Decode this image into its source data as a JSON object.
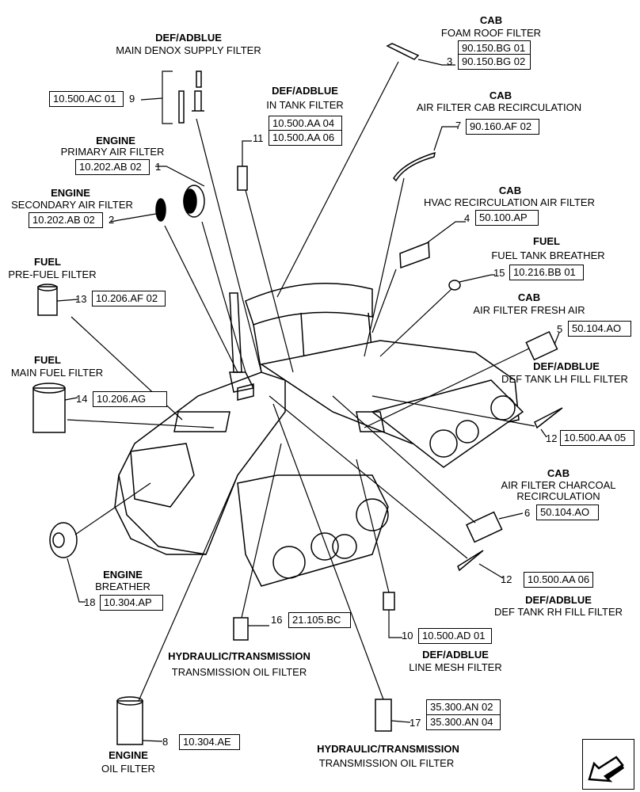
{
  "callouts": {
    "c3": {
      "num": "3",
      "category": "CAB",
      "name": "FOAM ROOF FILTER",
      "refs": [
        "90.150.BG 01",
        "90.150.BG 02"
      ]
    },
    "c9": {
      "num": "9",
      "category": "DEF/ADBLUE",
      "name": "MAIN DENOX SUPPLY FILTER",
      "refs": [
        "10.500.AC 01"
      ]
    },
    "c11": {
      "num": "11",
      "category": "DEF/ADBLUE",
      "name": "IN TANK FILTER",
      "refs": [
        "10.500.AA 04",
        "10.500.AA 06"
      ]
    },
    "c7": {
      "num": "7",
      "category": "CAB",
      "name": "AIR FILTER CAB RECIRCULATION",
      "refs": [
        "90.160.AF 02"
      ]
    },
    "c1": {
      "num": "1",
      "category": "ENGINE",
      "name": "PRIMARY AIR FILTER",
      "refs": [
        "10.202.AB 02"
      ]
    },
    "c2": {
      "num": "2",
      "category": "ENGINE",
      "name": "SECONDARY AIR FILTER",
      "refs": [
        "10.202.AB 02"
      ]
    },
    "c4": {
      "num": "4",
      "category": "CAB",
      "name": "HVAC RECIRCULATION AIR FILTER",
      "refs": [
        "50.100.AP"
      ]
    },
    "c15": {
      "num": "15",
      "category": "FUEL",
      "name": "FUEL TANK BREATHER",
      "refs": [
        "10.216.BB 01"
      ]
    },
    "c13": {
      "num": "13",
      "category": "FUEL",
      "name": "PRE-FUEL FILTER",
      "refs": [
        "10.206.AF 02"
      ]
    },
    "c5": {
      "num": "5",
      "category": "CAB",
      "name": "AIR FILTER FRESH AIR",
      "refs": [
        "50.104.AO"
      ]
    },
    "c14": {
      "num": "14",
      "category": "FUEL",
      "name": "MAIN FUEL FILTER",
      "refs": [
        "10.206.AG"
      ]
    },
    "c12a": {
      "num": "12",
      "category": "DEF/ADBLUE",
      "name": "DEF TANK LH FILL FILTER",
      "refs": [
        "10.500.AA 05"
      ]
    },
    "c6": {
      "num": "6",
      "category": "CAB",
      "name": "AIR FILTER CHARCOAL",
      "name2": "RECIRCULATION",
      "refs": [
        "50.104.AO"
      ]
    },
    "c18": {
      "num": "18",
      "category": "ENGINE",
      "name": "BREATHER",
      "refs": [
        "10.304.AP"
      ]
    },
    "c12b": {
      "num": "12",
      "category": "DEF/ADBLUE",
      "name": "DEF TANK RH FILL FILTER",
      "refs": [
        "10.500.AA 06"
      ]
    },
    "c16": {
      "num": "16",
      "category": "HYDRAULIC/TRANSMISSION",
      "name": "TRANSMISSION OIL FILTER",
      "refs": [
        "21.105.BC"
      ]
    },
    "c10": {
      "num": "10",
      "category": "DEF/ADBLUE",
      "name": "LINE MESH FILTER",
      "refs": [
        "10.500.AD 01"
      ]
    },
    "c17": {
      "num": "17",
      "category": "HYDRAULIC/TRANSMISSION",
      "name": "TRANSMISSION OIL FILTER",
      "refs": [
        "35.300.AN 02",
        "35.300.AN 04"
      ]
    },
    "c8": {
      "num": "8",
      "category": "ENGINE",
      "name": "OIL FILTER",
      "refs": [
        "10.304.AE"
      ]
    }
  },
  "icons": {
    "navigation": "previous-page-arrow-icon",
    "subject": "tractor-illustration"
  },
  "colors": {
    "ink": "#000000",
    "background": "#ffffff"
  }
}
